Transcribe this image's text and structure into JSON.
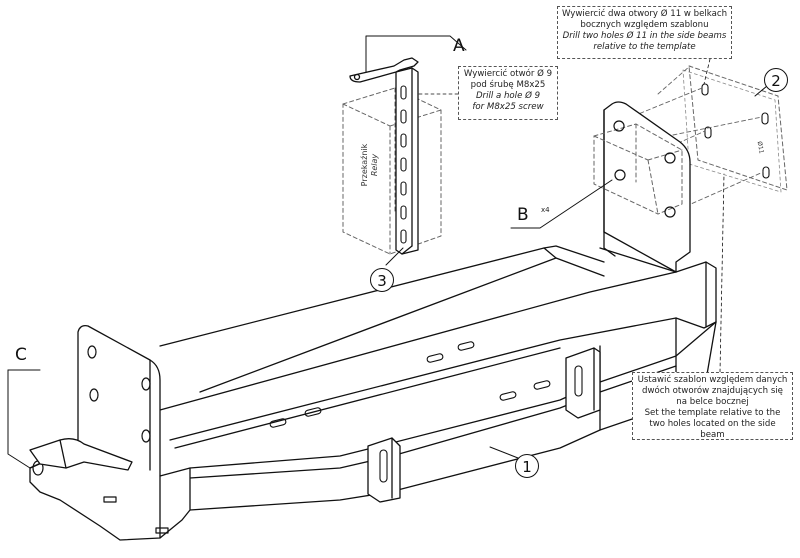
{
  "callouts": {
    "a": "A",
    "b": "B",
    "c": "C",
    "one": "1",
    "two": "2",
    "three": "3",
    "qty": "x4"
  },
  "notes": {
    "drill_side_beams": {
      "pl_line1": "Wywiercić dwa otwory Ø 11 w belkach",
      "pl_line2": "bocznych względem szablonu",
      "en_line1": "Drill two holes Ø  11 in the side beams",
      "en_line2": "relative to the template"
    },
    "drill_screw": {
      "pl_line1": "Wywiercić otwór Ø 9",
      "pl_line2": "pod śrubę M8x25",
      "en_line1": "Drill a hole Ø  9",
      "en_line2": "for M8x25 screw"
    },
    "set_template": {
      "pl_line1": "Ustawić szablon względem danych",
      "pl_line2": "dwóch otworów znajdujących się",
      "pl_line3": "na belce bocznej",
      "en_line1": "Set the template relative to the",
      "en_line2": "two holes located on the side beam"
    }
  },
  "relay": {
    "pl": "Przekaźnik",
    "en": "Relay"
  },
  "template_mark": "Ø11"
}
